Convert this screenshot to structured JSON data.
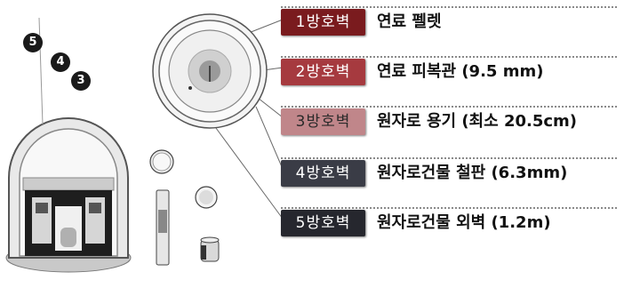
{
  "barriers": [
    {
      "id": 1,
      "badge": "1방호벽",
      "label": "연료 펠렛",
      "color": "#7a1b1e"
    },
    {
      "id": 2,
      "badge": "2방호벽",
      "label": "연료 피복관 (9.5 mm)",
      "color": "#a63a3f"
    },
    {
      "id": 3,
      "badge": "3방호벽",
      "label": "원자로 용기 (최소 20.5cm)",
      "color": "#c0868a"
    },
    {
      "id": 4,
      "badge": "4방호벽",
      "label": "원자로건물 철판 (6.3mm)",
      "color": "#3a3c46"
    },
    {
      "id": 5,
      "badge": "5방호벽",
      "label": "원자로건물 외벽 (1.2m)",
      "color": "#26272e"
    }
  ],
  "markers": [
    "5",
    "4",
    "3"
  ]
}
